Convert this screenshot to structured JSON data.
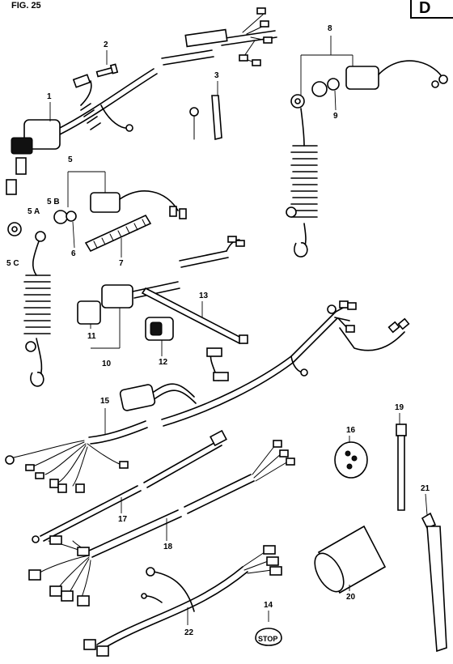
{
  "figure": {
    "title": "FIG. 25",
    "badge": "D"
  },
  "callouts": {
    "c1": "1",
    "c2": "2",
    "c3": "3",
    "c5": "5",
    "c5a": "5 A",
    "c5b": "5 B",
    "c5c": "5 C",
    "c6": "6",
    "c7": "7",
    "c8": "8",
    "c9": "9",
    "c10": "10",
    "c11": "11",
    "c12": "12",
    "c13": "13",
    "c14": "14",
    "c15": "15",
    "c16": "16",
    "c17": "17",
    "c18": "18",
    "c19": "19",
    "c20": "20",
    "c21": "21",
    "c22": "22"
  },
  "stop_switch": {
    "label": "STOP"
  }
}
